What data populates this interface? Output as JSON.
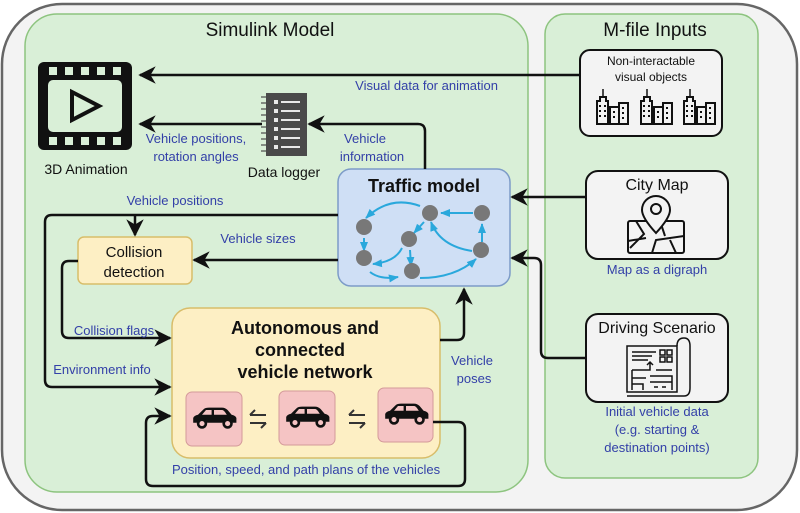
{
  "panels": {
    "simulink": {
      "title": "Simulink Model"
    },
    "mfile": {
      "title": "M-file Inputs"
    }
  },
  "blocks": {
    "animation": {
      "label": "3D Animation",
      "icon": "film-play-icon"
    },
    "data_logger": {
      "label": "Data logger",
      "icon": "log-list-icon"
    },
    "traffic_model": {
      "label": "Traffic model",
      "icon": "digraph-icon"
    },
    "collision_detection": {
      "line1": "Collision",
      "line2": "detection"
    },
    "vehicle_network": {
      "line1": "Autonomous and",
      "line2": "connected",
      "line3": "vehicle network",
      "vehicles": [
        "car-icon",
        "car-icon",
        "car-icon"
      ],
      "links": [
        "bidirectional-arrows-icon",
        "bidirectional-arrows-icon"
      ]
    },
    "visual_objects": {
      "line1": "Non-interactable",
      "line2": "visual objects",
      "icon": "city-buildings-icon"
    },
    "city_map": {
      "label": "City Map",
      "icon": "map-pin-icon",
      "caption": "Map as a digraph"
    },
    "driving_scenario": {
      "label": "Driving Scenario",
      "icon": "blueprint-icon",
      "caption_line1": "Initial vehicle data",
      "caption_line2": "(e.g. starting &",
      "caption_line3": "destination points)"
    }
  },
  "flows": {
    "visual_data": "Visual data for animation",
    "positions_angles_1": "Vehicle positions,",
    "positions_angles_2": "rotation angles",
    "vehicle_info_1": "Vehicle",
    "vehicle_info_2": "information",
    "vehicle_positions": "Vehicle positions",
    "vehicle_sizes": "Vehicle sizes",
    "collision_flags": "Collision flags",
    "environment_info": "Environment info",
    "vehicle_poses_1": "Vehicle",
    "vehicle_poses_2": "poses",
    "feedback": "Position, speed, and path plans of the vehicles"
  },
  "colors": {
    "outer_bg": "#f3f3f3",
    "panel_green": "#d9efd7",
    "panel_border": "#8dc47f",
    "traffic_blue": "#cfdff5",
    "traffic_border": "#7d9cc8",
    "yellow_block": "#fdefc4",
    "yellow_border": "#d8bd6a",
    "car_pink": "#f5c4c4",
    "edge_blue": "#2aa8dc",
    "node_gray": "#787878",
    "label_blue": "#3340a8"
  }
}
